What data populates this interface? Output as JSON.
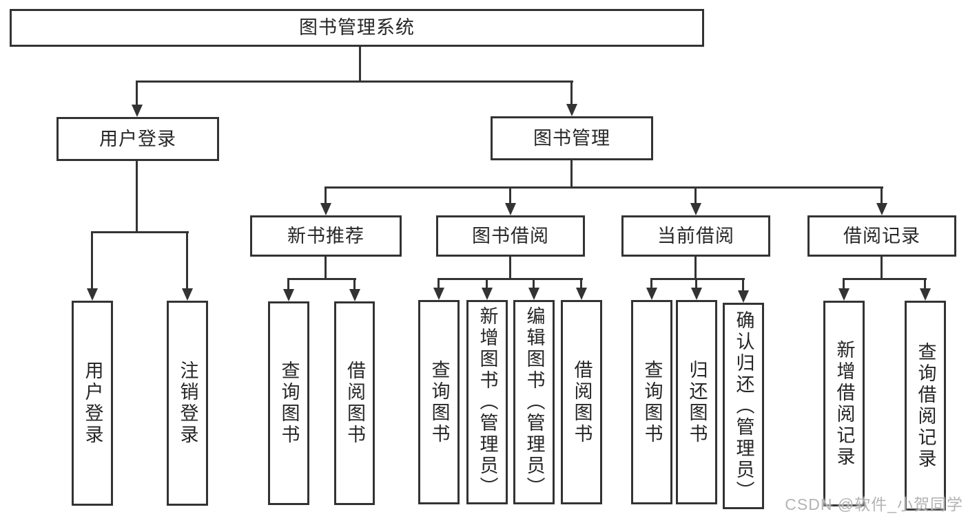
{
  "colors": {
    "background": "#ffffff",
    "box_border": "#333333",
    "connector_line": "#333333",
    "text": "#262626",
    "watermark": "#b4b4b4"
  },
  "watermark": {
    "text": "CSDN @软件_小贺同学"
  },
  "tree": {
    "type": "hierarchy-diagram",
    "root": {
      "label": "图书管理系统"
    },
    "branches": [
      {
        "label": "用户登录",
        "children": [
          {
            "label": "用户登录"
          },
          {
            "label": "注销登录"
          }
        ]
      },
      {
        "label": "图书管理",
        "children": [
          {
            "label": "新书推荐",
            "children": [
              {
                "label": "查询图书"
              },
              {
                "label": "借阅图书"
              }
            ]
          },
          {
            "label": "图书借阅",
            "children": [
              {
                "label": "查询图书"
              },
              {
                "label": "新增图书（管理员）"
              },
              {
                "label": "编辑图书（管理员）"
              },
              {
                "label": "借阅图书"
              }
            ]
          },
          {
            "label": "当前借阅",
            "children": [
              {
                "label": "查询图书"
              },
              {
                "label": "归还图书"
              },
              {
                "label": "确认归还（管理员）"
              }
            ]
          },
          {
            "label": "借阅记录",
            "children": [
              {
                "label": "新增借阅记录"
              },
              {
                "label": "查询借阅记录"
              }
            ]
          }
        ]
      }
    ]
  }
}
